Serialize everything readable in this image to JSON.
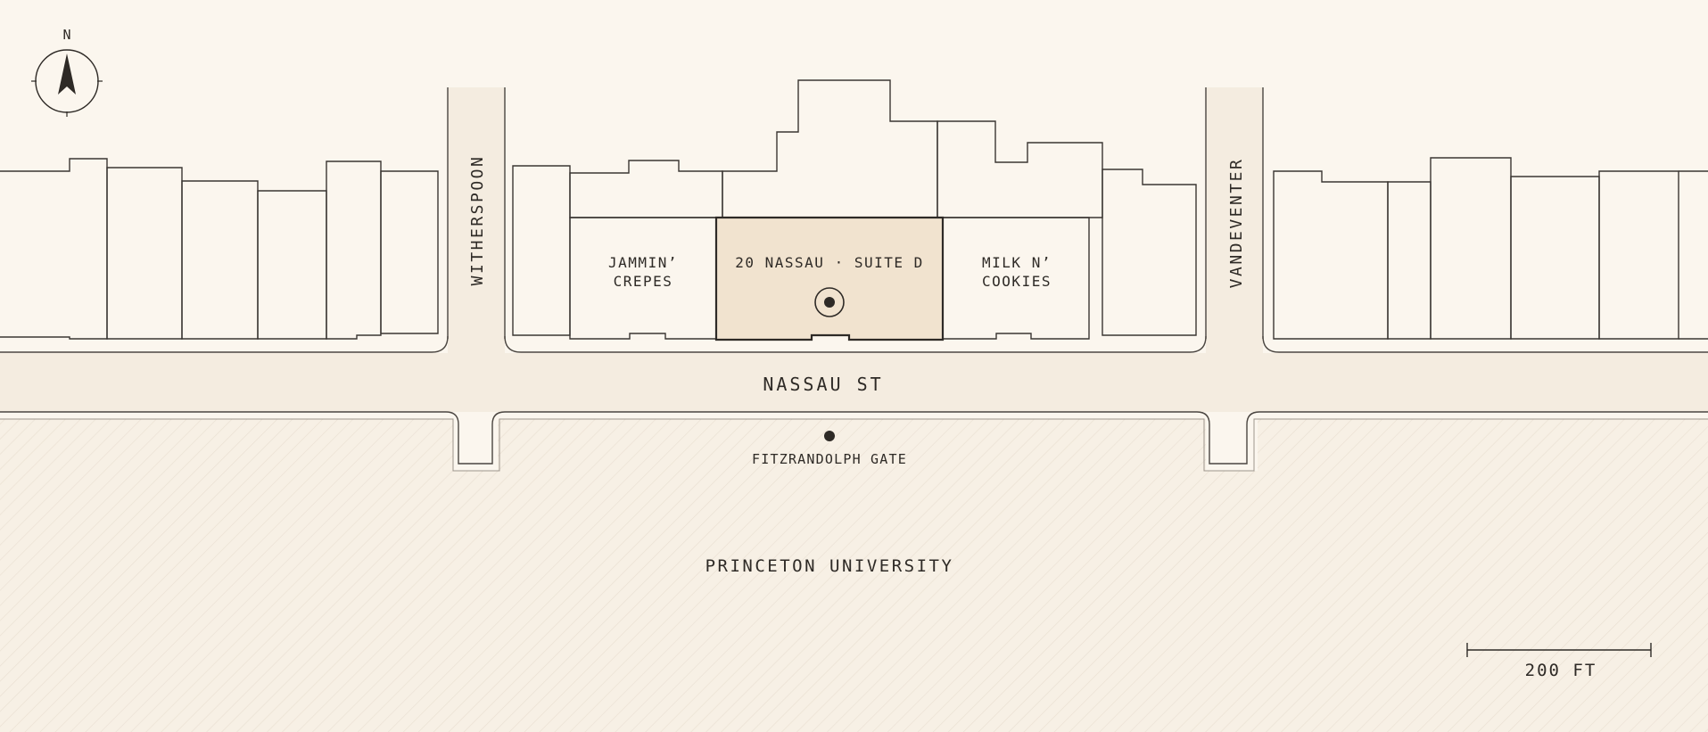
{
  "map": {
    "compass_label": "N",
    "streets": {
      "witherspoon": "WITHERSPOON",
      "vandeventer": "VANDEVENTER",
      "nassau": "NASSAU ST"
    },
    "shops": {
      "jammin_line1": "JAMMIN’",
      "jammin_line2": "CREPES",
      "milk_line1": "MILK N’",
      "milk_line2": "COOKIES"
    },
    "highlight": {
      "label": "20 NASSAU · SUITE D",
      "fill_color": "#f1e3cf"
    },
    "landmarks": {
      "gate": "FITZRANDOLPH GATE",
      "campus": "PRINCETON UNIVERSITY"
    },
    "scale_label": "200 FT",
    "colors": {
      "background": "#fbf6ee",
      "street": "#f6efe4",
      "campus_hatch": "#e6dccd",
      "ink": "#3a3632"
    }
  }
}
